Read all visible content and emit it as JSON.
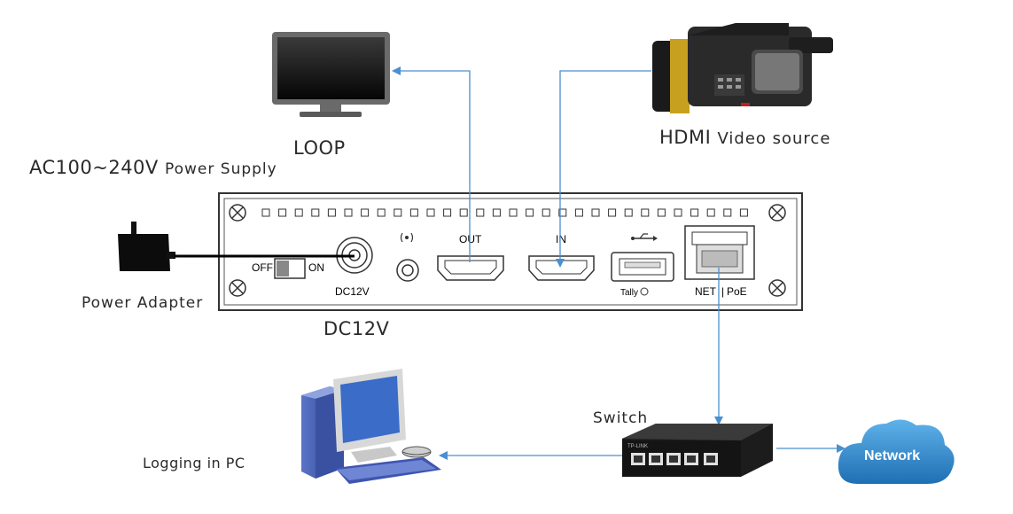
{
  "labels": {
    "loop": "LOOP",
    "hdmi_source": "HDMI",
    "hdmi_source_suffix": "Video source",
    "power_supply": "AC100~240V",
    "power_supply_suffix": "Power Supply",
    "power_adapter": "Power Adapter",
    "dc12v": "DC12V",
    "switch": "Switch",
    "logging_pc": "Logging in PC",
    "network": "Network"
  },
  "panel": {
    "off": "OFF",
    "on": "ON",
    "dc12v": "DC12V",
    "out": "OUT",
    "in": "IN",
    "tally": "Tally",
    "net_poe": "NET",
    "poe": "PoE"
  },
  "switch_brand": "TP-LINK",
  "colors": {
    "arrow": "#4a8fd0",
    "panel_border": "#333333",
    "cloud": "#2f86c8"
  }
}
